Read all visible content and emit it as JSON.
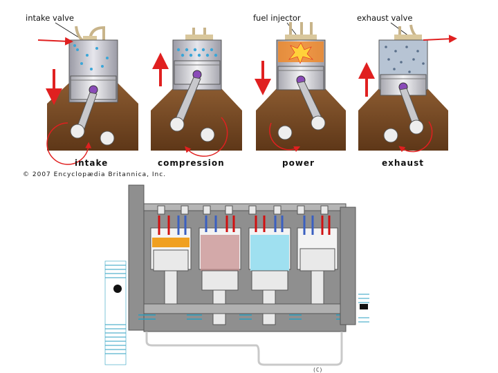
{
  "top_panel": {
    "callouts": {
      "intake_valve": "intake valve",
      "fuel_injector": "fuel injector",
      "exhaust_valve": "exhaust valve"
    },
    "stages": [
      {
        "label": "intake"
      },
      {
        "label": "compression"
      },
      {
        "label": "power"
      },
      {
        "label": "exhaust"
      }
    ],
    "copyright": "© 2007 Encyclopædia Britannica, Inc.",
    "colors": {
      "crankcase": "#7a4a25",
      "cylinder": "#c9c9cf",
      "arrow": "#e02020",
      "fuel_droplets": "#3aa6d8",
      "combustion": "#f08a2a",
      "exhaust_gas": "#5a6f8a"
    }
  },
  "bottom_panel": {
    "stamp": "(C)",
    "colors": {
      "block": "#8f8f8f",
      "intake_valve": "#d01010",
      "exhaust_valve": "#3a5fc0",
      "fire": "#f0a020",
      "gas_mix": "#c89090",
      "fresh_air": "#9fe0f0",
      "coolant_line": "#2a9fc0"
    }
  }
}
